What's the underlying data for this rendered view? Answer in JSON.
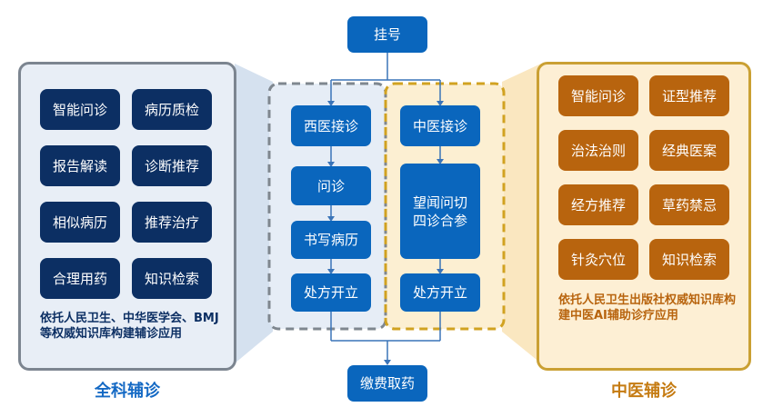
{
  "top": {
    "register": "挂号"
  },
  "bottom": {
    "pay": "缴费取药"
  },
  "western_flow": [
    "西医接诊",
    "问诊",
    "书写病历",
    "处方开立"
  ],
  "tcm_flow": {
    "reception": "中医接诊",
    "diagnosis_line1": "望闻问切",
    "diagnosis_line2": "四诊合参",
    "prescribe": "处方开立"
  },
  "general_panel": {
    "features": [
      "智能问诊",
      "病历质检",
      "报告解读",
      "诊断推荐",
      "相似病历",
      "推荐治疗",
      "合理用药",
      "知识检索"
    ],
    "note": "依托人民卫生、中华医学会、BMJ等权威知识库构建辅诊应用",
    "title": "全科辅诊"
  },
  "tcm_panel": {
    "features": [
      "智能问诊",
      "证型推荐",
      "治法治则",
      "经典医案",
      "经方推荐",
      "草药禁忌",
      "针灸穴位",
      "知识检索"
    ],
    "note": "依托人民卫生出版社权威知识库构建中医AI辅助诊疗应用",
    "title": "中医辅诊"
  },
  "colors": {
    "navy": "#0c2f63",
    "gold": "#b8640e",
    "blue": "#0a66bd",
    "title_blue": "#1469c4",
    "title_gold": "#c57b12"
  }
}
